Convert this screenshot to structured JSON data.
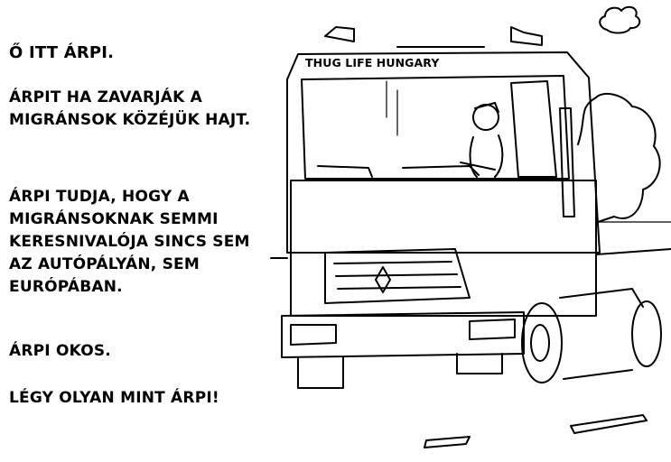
{
  "meme": {
    "title": "Ő ITT ÁRPI.",
    "line1": "ÁRPIT HA ZAVARJÁK A MIGRÁNSOK KÖZÉJÜK HAJT.",
    "line2": "ÁRPI TUDJA, HOGY A MIGRÁNSOKNAK SEMMI KERESNIVALÓJA SINCS SEM AZ AUTÓPÁLYÁN, SEM EURÓPÁBAN.",
    "line3": "ÁRPI OKOS.",
    "line4": "LÉGY OLYAN MINT ÁRPI!"
  },
  "caption": "THUG LIFE HUNGARY",
  "illustration": {
    "icon": "truck-drawing-icon",
    "line_color": "#000000",
    "background": "#ffffff"
  }
}
